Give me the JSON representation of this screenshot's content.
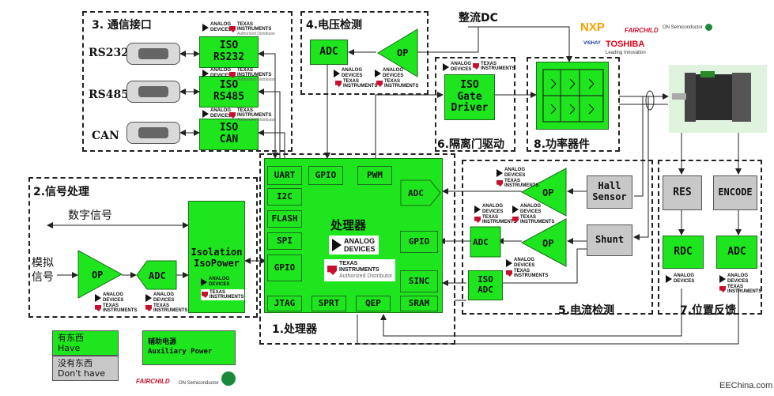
{
  "sections": {
    "comm": "3. 通信接口",
    "voltage": "4.电压检测",
    "gate": "6.隔离门驱动",
    "power": "8.功率器件",
    "signal": "2.信号处理",
    "processor": "1.处理器",
    "current": "5.电流检测",
    "position": "7.位置反馈"
  },
  "ports": {
    "rs232": "RS232",
    "rs485": "RS485",
    "can": "CAN"
  },
  "blocks": {
    "iso_rs232": "ISO\nRS232",
    "iso_rs485": "ISO\nRS485",
    "iso_can": "ISO\nCAN",
    "adc": "ADC",
    "op": "OP",
    "iso_gate": "ISO\nGate\nDriver",
    "isolation": "Isolation\nIsoPower",
    "hall": "Hall\nSensor",
    "shunt": "Shunt",
    "iso_adc": "ISO\nADC",
    "res": "RES",
    "encode": "ENCODE",
    "rdc": "RDC"
  },
  "processor": {
    "title": "处理器",
    "uart": "UART",
    "gpio": "GPIO",
    "pwm": "PWM",
    "i2c": "I2C",
    "flash": "FLASH",
    "spi": "SPI",
    "gpio2": "GPIO",
    "adc": "ADC",
    "gpio3": "GPIO",
    "sinc": "SINC",
    "jtag": "JTAG",
    "sprt": "SPRT",
    "qep": "QEP",
    "sram": "SRAM"
  },
  "labels": {
    "rectified_dc": "整流DC",
    "digital_signal": "数字信号",
    "analog_signal": "模拟\n信号"
  },
  "brands": {
    "ad_line1": "ANALOG",
    "ad_line2": "DEVICES",
    "ti_line1": "TEXAS",
    "ti_line2": "INSTRUMENTS",
    "ti_line3": "Authorized Distributor",
    "nxp": "NXP",
    "fairchild": "FAIRCHILD",
    "on_semi": "ON Semiconductor",
    "vishay": "VISHAY",
    "toshiba": "TOSHIBA",
    "toshiba_tag": "Leading Innovation"
  },
  "legend": {
    "have": "有东西\nHave",
    "dont_have": "没有东西\nDon't have",
    "aux_title": "辅助电源",
    "aux_sub": "Auxiliary Power",
    "fairchild": "FAIRCHILD",
    "on_semi": "ON Semiconductor"
  },
  "watermark": "EEChina.com",
  "colors": {
    "have": "#1ee51e",
    "dont_have": "#c8c8c8",
    "fairchild_red": "#c8102e",
    "on_green": "#1a8a3a",
    "nxp_orange": "#f5a000"
  }
}
